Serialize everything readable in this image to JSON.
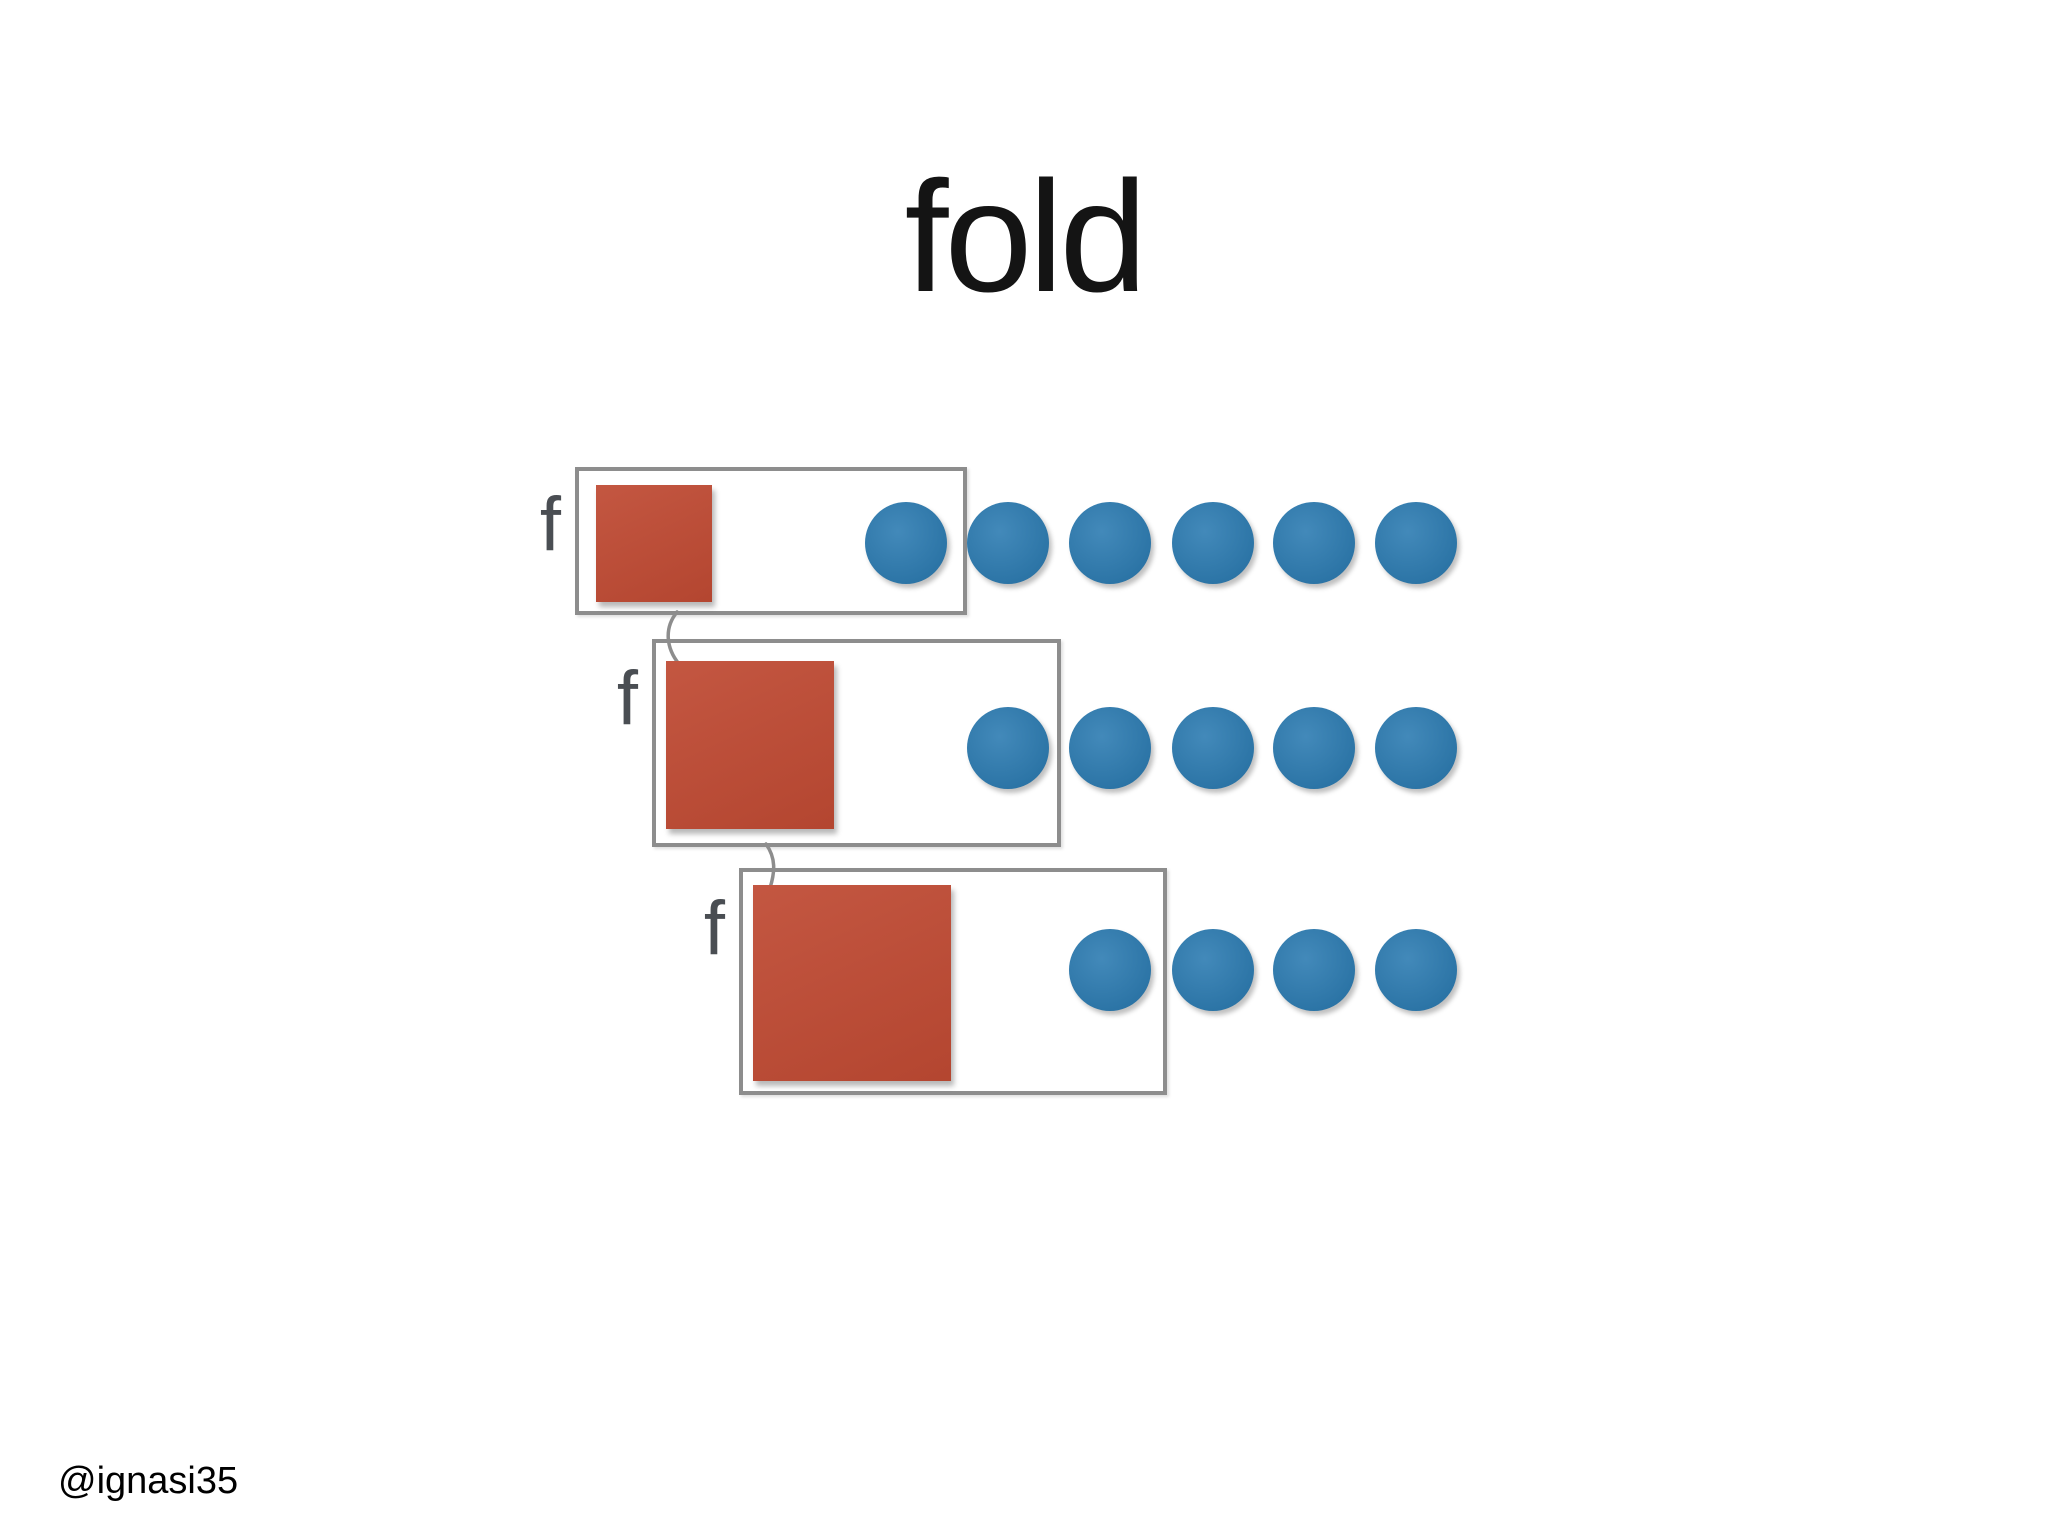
{
  "slide": {
    "title": "fold",
    "attribution": "@ignasi35"
  },
  "diagram": {
    "steps": [
      {
        "label": "f",
        "accumulator_size": "small",
        "circles_inside_box": 1,
        "circles_outside_box": 5
      },
      {
        "label": "f",
        "accumulator_size": "medium",
        "circles_inside_box": 1,
        "circles_outside_box": 4
      },
      {
        "label": "f",
        "accumulator_size": "large",
        "circles_inside_box": 1,
        "circles_outside_box": 3
      }
    ],
    "colors": {
      "accumulator_square": "#bf4a33",
      "element_circle": "#2d7cb2",
      "box_border": "#8d8d8d",
      "function_label": "#4a4e53",
      "title_text": "#141414",
      "attribution_text": "#000000"
    }
  }
}
